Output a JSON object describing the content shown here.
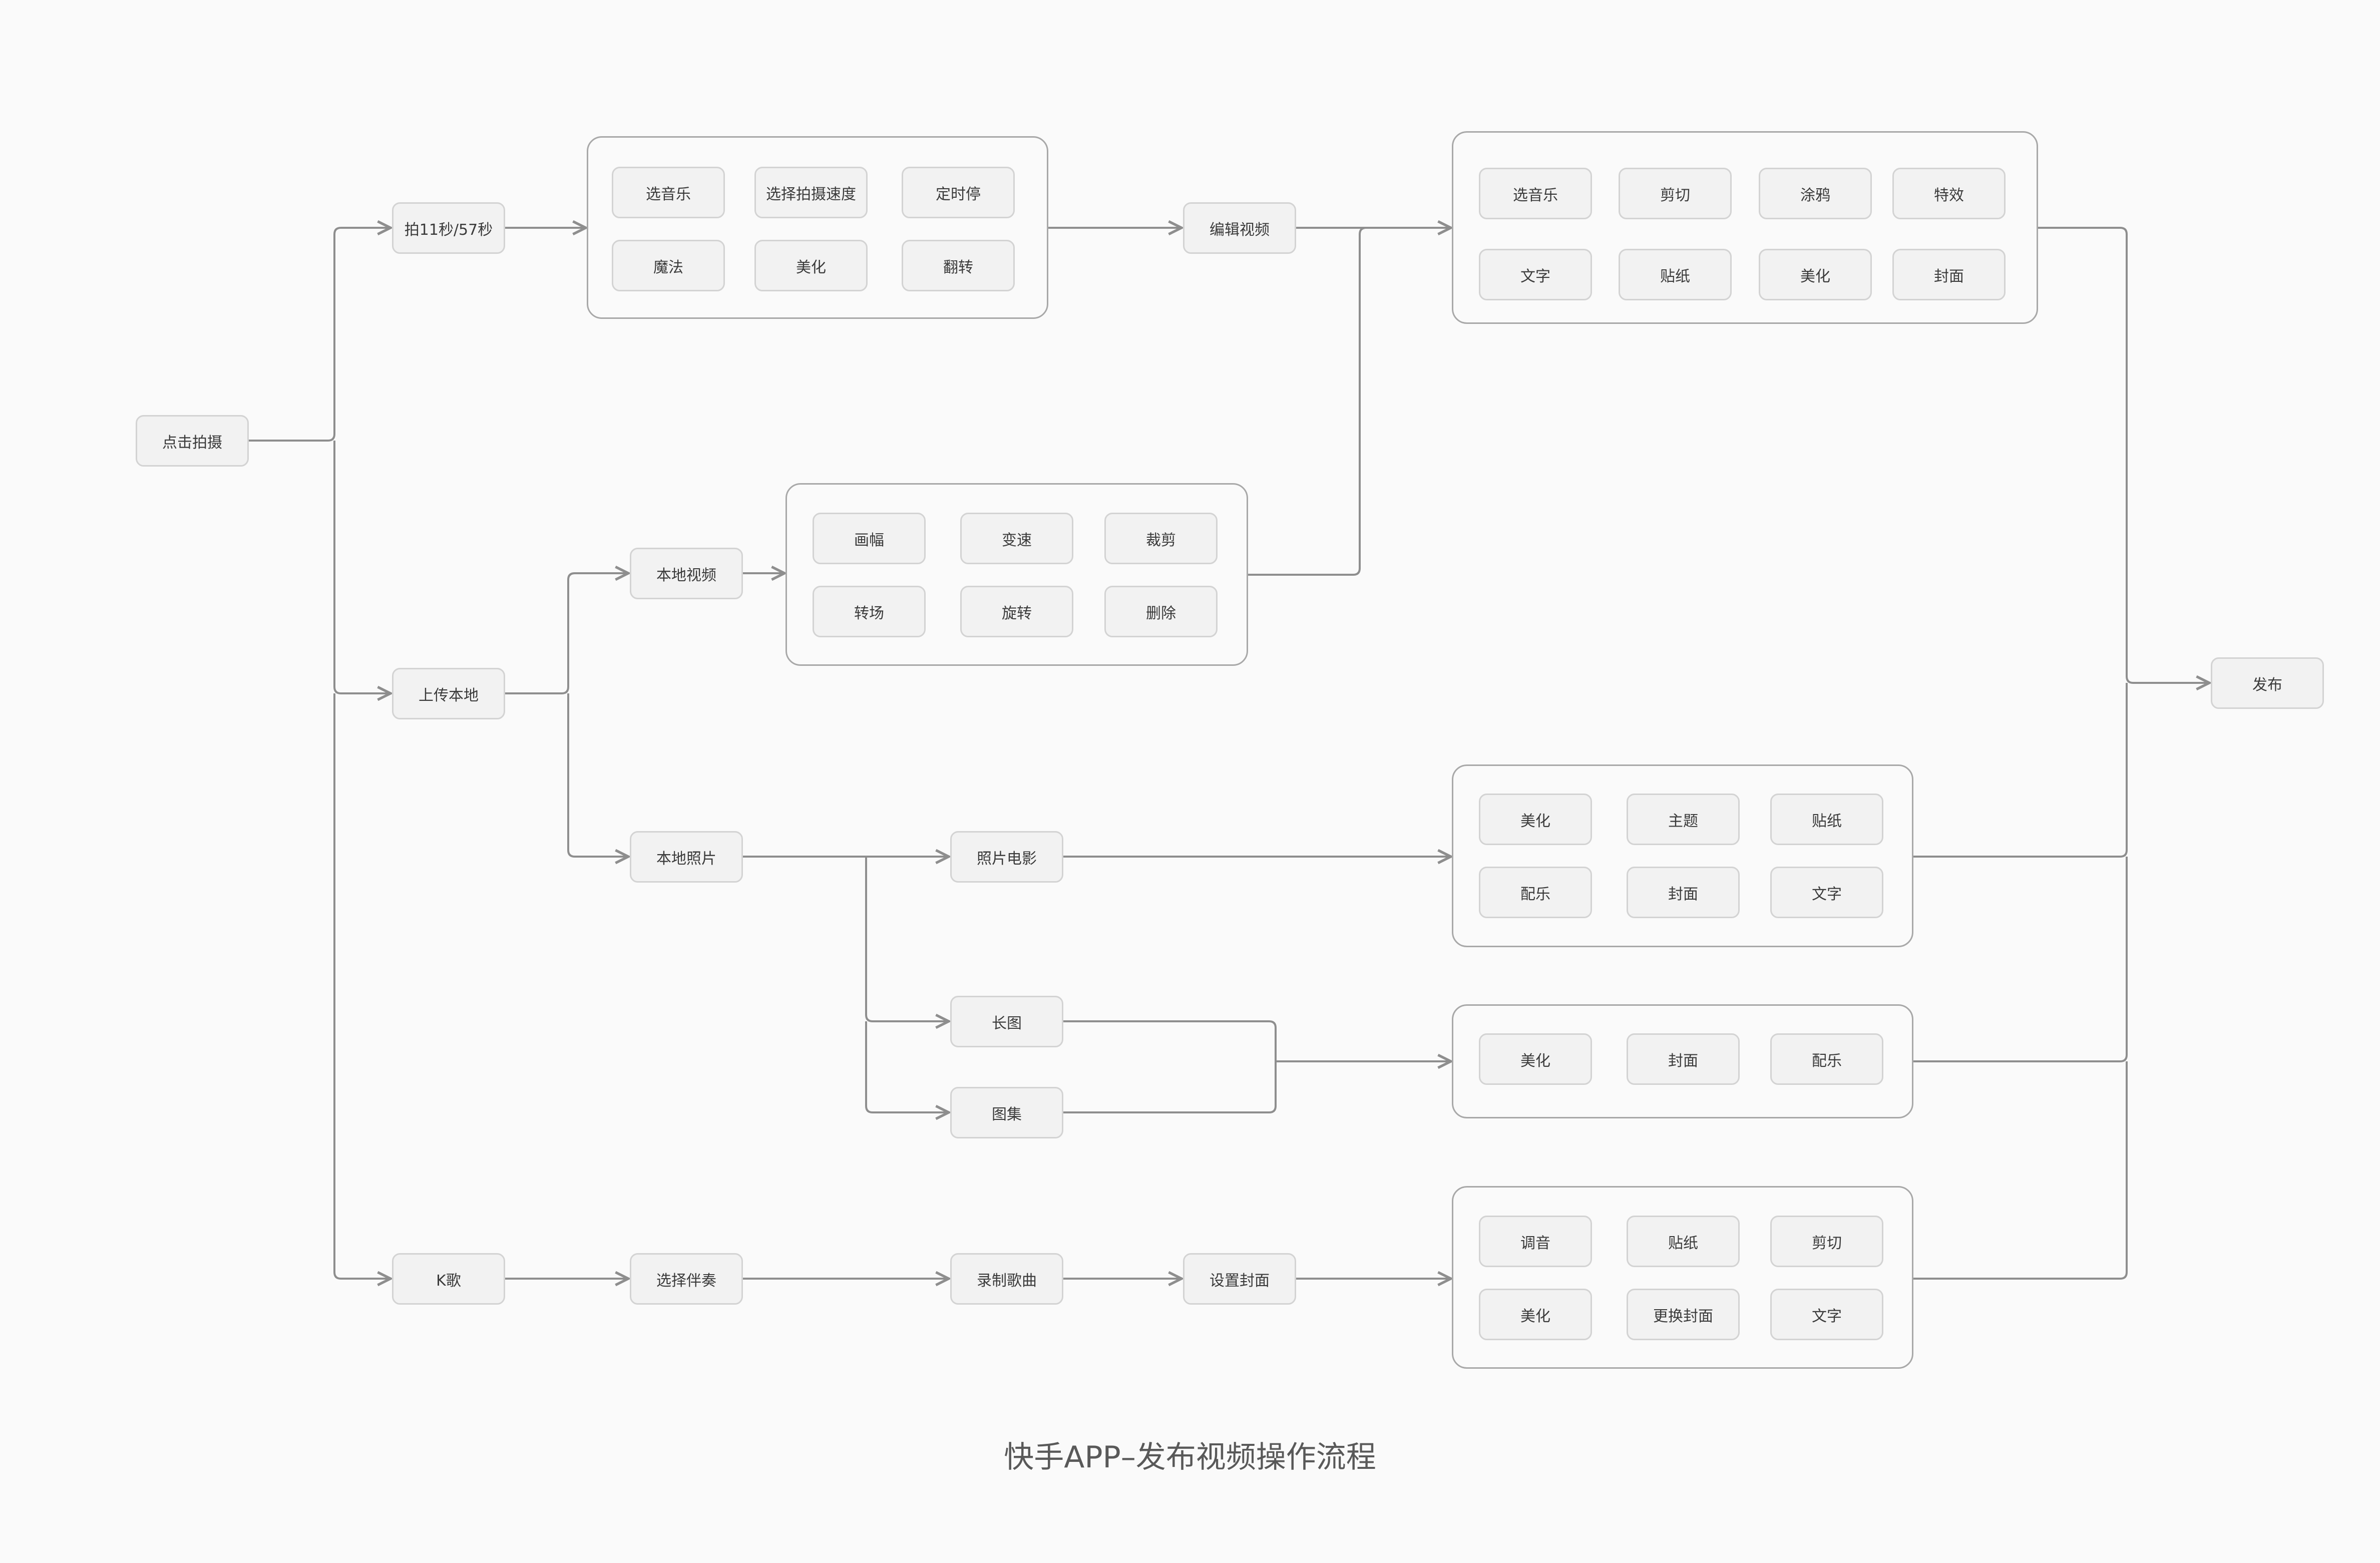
{
  "title": "快手APP–发布视频操作流程",
  "colors": {
    "line": "#8e8e8e",
    "node_fill": "#f2f2f2",
    "node_border": "#d3d3d3",
    "group_border": "#a8a8a8"
  },
  "nodes": {
    "start": "点击拍摄",
    "shoot": "拍11秒/57秒",
    "upload": "上传本地",
    "ksong": "K歌",
    "edit_video": "编辑视频",
    "local_video": "本地视频",
    "local_photo": "本地照片",
    "photo_movie": "照片电影",
    "long_image": "长图",
    "album": "图集",
    "choose_accompaniment": "选择伴奏",
    "record_song": "录制歌曲",
    "set_cover": "设置封面",
    "publish": "发布"
  },
  "groups": {
    "shoot_options": [
      "选音乐",
      "选择拍摄速度",
      "定时停",
      "魔法",
      "美化",
      "翻转"
    ],
    "edit_options": [
      "选音乐",
      "剪切",
      "涂鸦",
      "特效",
      "文字",
      "贴纸",
      "美化",
      "封面"
    ],
    "local_video_options": [
      "画幅",
      "变速",
      "裁剪",
      "转场",
      "旋转",
      "删除"
    ],
    "photo_movie_options": [
      "美化",
      "主题",
      "贴纸",
      "配乐",
      "封面",
      "文字"
    ],
    "image_options": [
      "美化",
      "封面",
      "配乐"
    ],
    "ksong_options": [
      "调音",
      "贴纸",
      "剪切",
      "美化",
      "更换封面",
      "文字"
    ]
  }
}
